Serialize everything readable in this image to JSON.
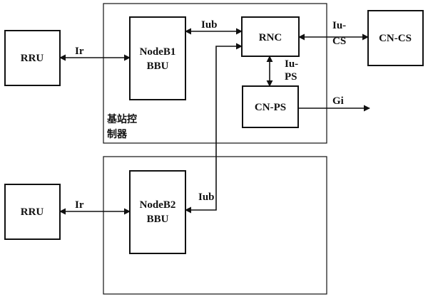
{
  "blocks": {
    "rru_top": "RRU",
    "nodeb1_line1": "NodeB1",
    "nodeb1_line2": "BBU",
    "rnc": "RNC",
    "cn_cs": "CN-CS",
    "cn_ps": "CN-PS",
    "rru_bottom": "RRU",
    "nodeb2_line1": "NodeB2",
    "nodeb2_line2": "BBU"
  },
  "interfaces": {
    "ir_top": "Ir",
    "iub_top": "Iub",
    "iu_cs_line1": "Iu-",
    "iu_cs_line2": "CS",
    "iu_ps_line1": "Iu-",
    "iu_ps_line2": "PS",
    "gi": "Gi",
    "ir_bottom": "Ir",
    "iub_bottom": "Iub"
  },
  "controller_label": {
    "line1": "基站控",
    "line2": "制器"
  }
}
